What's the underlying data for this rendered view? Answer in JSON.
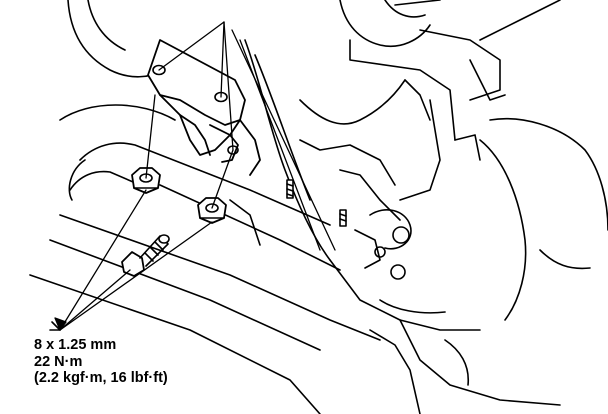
{
  "torque_spec": {
    "bolt_size": "8 x 1.25 mm",
    "torque_nm": "22 N·m",
    "torque_alt": "(2.2 kgf·m, 16 lbf·ft)"
  },
  "colors": {
    "ink": "#000000",
    "paper": "#ffffff"
  }
}
